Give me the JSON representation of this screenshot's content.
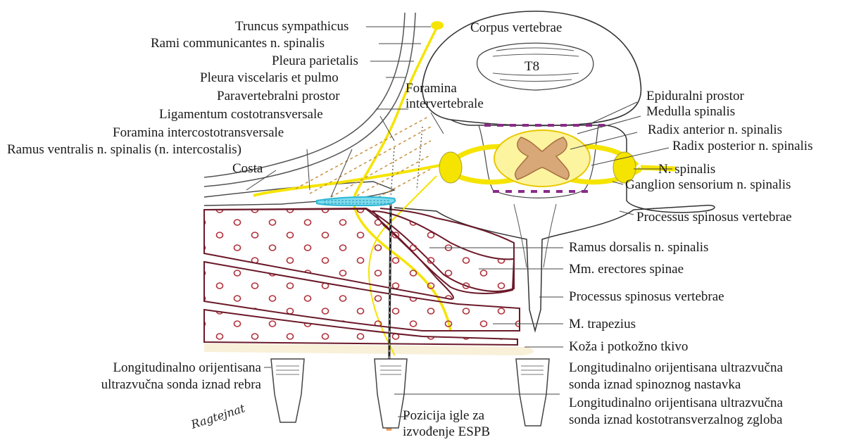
{
  "labels": {
    "truncus": "Truncus sympathicus",
    "rami": "Rami communicantes n. spinalis",
    "pleura_par": "Pleura parietalis",
    "pleura_visc": "Pleura viscelaris et pulmo",
    "paravert": "Paravertebralni prostor",
    "lig_costo": "Ligamentum costotransversale",
    "foram_ic": "Foramina intercostotransversale",
    "ramus_ventr": "Ramus ventralis n. spinalis (n. intercostalis)",
    "costa": "Costa",
    "corpus": "Corpus vertebrae",
    "t8": "T8",
    "foram_iv_1": "Foramina",
    "foram_iv_2": "intervertebrale",
    "epidural": "Epiduralni prostor",
    "medulla": "Medulla spinalis",
    "radix_ant": "Radix anterior n. spinalis",
    "radix_post": "Radix posterior n. spinalis",
    "n_spinalis": "N. spinalis",
    "ganglion": "Ganglion sensorium n. spinalis",
    "proc_spin_1": "Processus spinosus vertebrae",
    "ramus_dors": "Ramus dorsalis n. spinalis",
    "erectores": "Mm. erectores spinae",
    "proc_spin_2": "Processus spinosus vertebrae",
    "trapezius": "M. trapezius",
    "koza": "Koža i potkožno tkivo",
    "probe_left_1": "Longitudinalno orijentisana",
    "probe_left_2": "ultrazvučna sonda iznad rebra",
    "probe_right_a1": "Longitudinalno orijentisana ultrazvučna",
    "probe_right_a2": "sonda iznad spinoznog nastavka",
    "probe_right_b1": "Longitudinalno orijentisana ultrazvučna",
    "probe_right_b2": "sonda iznad kostotransverzalnog zgloba",
    "needle_1": "Pozicija igle za",
    "needle_2": "izvođenje ESPB",
    "signature": "Ragtejnat"
  },
  "colors": {
    "nerve": "#f5e400",
    "muscle": "#6b1a2a",
    "muscle_dot": "#b0303a",
    "ligament": "#2bb8d6",
    "needle_tip": "#f0a060",
    "epidural_dash": "#8a2a8a",
    "cord_core": "#d8a878",
    "outline": "#333333"
  }
}
